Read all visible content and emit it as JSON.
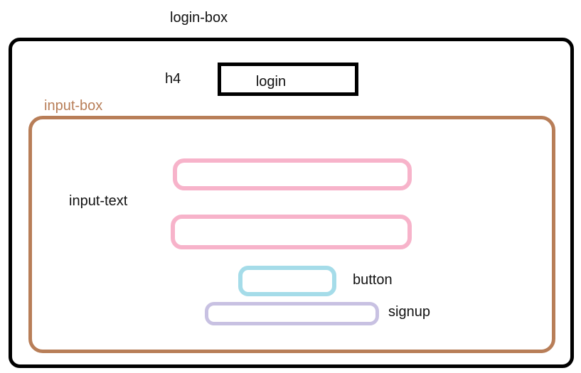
{
  "diagram": {
    "title_label": "login-box",
    "login_box": {
      "h4_label": "h4",
      "heading_text": "login",
      "input_box": {
        "label": "input-box",
        "input_text_label": "input-text",
        "button_label": "button",
        "signup_label": "signup"
      }
    }
  },
  "colors": {
    "background": "#ffffff",
    "outline": "#000000",
    "input-box-stroke": "#b87e58",
    "input-text-stroke": "#f7b3ca",
    "button-stroke": "#a5dce9",
    "signup-stroke": "#c8c1e2"
  }
}
